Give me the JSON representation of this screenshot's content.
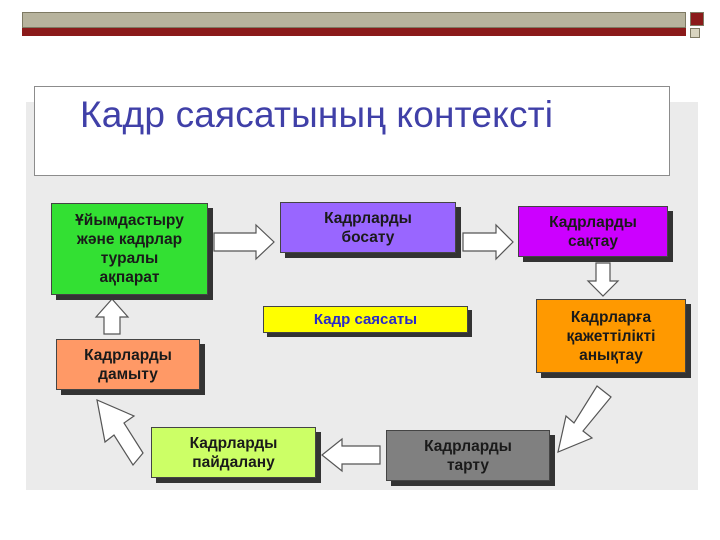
{
  "slide": {
    "title": "Кадр саясатының контексті"
  },
  "diagram": {
    "center": "Кадр саясаты",
    "nodes": {
      "info": "Ұйымдастыру\nжәне кадрлар\nтуралы\nақпарат",
      "release": "Кадрларды\nбосату",
      "retain": "Кадрларды\nсақтау",
      "need": "Кадрларға\nқажеттілікті\nанықтау",
      "attract": "Кадрларды\nтарту",
      "use": "Кадрларды\nпайдалану",
      "develop": "Кадрларды\nдамыту"
    },
    "edges": [
      [
        "info",
        "release"
      ],
      [
        "release",
        "retain"
      ],
      [
        "retain",
        "need"
      ],
      [
        "need",
        "attract"
      ],
      [
        "attract",
        "use"
      ],
      [
        "use",
        "develop"
      ],
      [
        "develop",
        "info"
      ]
    ]
  },
  "colors": {
    "title": "#4040a8",
    "info": "#33e033",
    "release": "#9966ff",
    "retain": "#cc00ff",
    "need": "#ff9900",
    "attract": "#808080",
    "use": "#ccff66",
    "develop": "#ff9966",
    "center": "#ffff00",
    "accent_bar": "#8b1a1a"
  }
}
